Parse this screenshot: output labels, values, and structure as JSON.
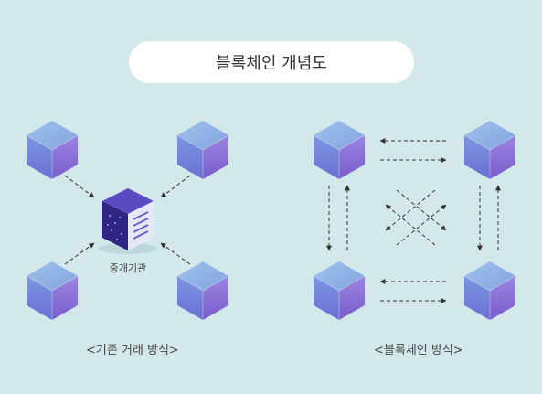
{
  "title": "블록체인 개념도",
  "left_panel": {
    "caption": "<기존 거래 방식>",
    "server_label": "중개기관"
  },
  "right_panel": {
    "caption": "<블록체인 방식>"
  },
  "colors": {
    "background": "#d3e8ea",
    "cube_top": "#8fb0e6",
    "cube_left": "#6f7ed9",
    "cube_right": "#8a6bd3",
    "server_dark": "#3a2f8f",
    "arrow": "#333333"
  }
}
